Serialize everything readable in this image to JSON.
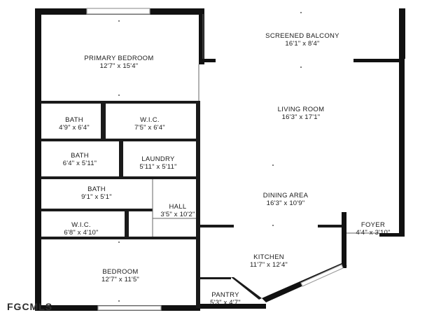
{
  "rooms": {
    "primary_bedroom": {
      "name": "PRIMARY BEDROOM",
      "dim": "12'7\" x 15'4\""
    },
    "screened_balcony": {
      "name": "SCREENED BALCONY",
      "dim": "16'1\" x 8'4\""
    },
    "bath_primary": {
      "name": "BATH",
      "dim": "4'9\" x 6'4\""
    },
    "wic_primary": {
      "name": "W.I.C.",
      "dim": "7'5\" x 6'4\""
    },
    "living_room": {
      "name": "LIVING ROOM",
      "dim": "16'3\" x 17'1\""
    },
    "bath_2": {
      "name": "BATH",
      "dim": "6'4\" x 5'11\""
    },
    "laundry": {
      "name": "LAUNDRY",
      "dim": "5'11\" x 5'11\""
    },
    "bath_3": {
      "name": "BATH",
      "dim": "9'1\" x 5'1\""
    },
    "dining_area": {
      "name": "DINING AREA",
      "dim": "16'3\" x 10'9\""
    },
    "hall": {
      "name": "HALL",
      "dim": "3'5\" x 10'2\""
    },
    "wic_2": {
      "name": "W.I.C.",
      "dim": "6'8\" x 4'10\""
    },
    "foyer": {
      "name": "FOYER",
      "dim": "4'4\" x 3'10\""
    },
    "kitchen": {
      "name": "KITCHEN",
      "dim": "11'7\" x 12'4\""
    },
    "bedroom": {
      "name": "BEDROOM",
      "dim": "12'7\" x 11'5\""
    },
    "pantry": {
      "name": "PANTRY",
      "dim": "5'3\" x 4'7\""
    }
  },
  "watermark": "FGCMLS",
  "colors": {
    "wall": "#111111",
    "thin_wall": "#222222",
    "window": "#9a9a9a",
    "background": "#ffffff"
  }
}
